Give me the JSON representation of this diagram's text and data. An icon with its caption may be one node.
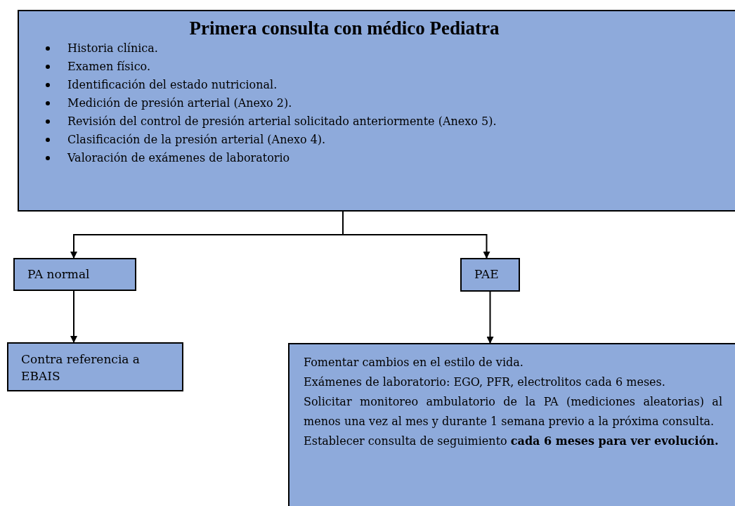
{
  "diagram": {
    "nodes": [
      {
        "text": [
          "Primera consulta con médico Pediatra",
          "Historia clínica.",
          "Examen físico.",
          "Identificación del estado nutricional.",
          "Medición de presión arterial (Anexo 2).",
          "Revisión del control de presión arterial solicitado anteriormente (Anexo 5).",
          "Clasificación de la presión arterial (Anexo 4).",
          "Valoración de exámenes de laboratorio"
        ]
      },
      {
        "text": [
          "PA normal"
        ]
      },
      {
        "text": [
          "PAE"
        ]
      },
      {
        "text": [
          "Contra referencia a EBAIS"
        ]
      },
      {
        "text": [
          "Fomentar cambios en el estilo de vida.",
          "Exámenes de laboratorio: EGO, PFR, electrolitos cada 6 meses.",
          "Solicitar monitoreo ambulatorio de la PA (mediciones aleatorias) al menos una vez al mes y durante 1 semana previo a la próxima consulta.",
          "Establecer consulta de seguimiento **cada 6 meses para ver evolución.**"
        ]
      }
    ],
    "edges": [
      {
        "from": 0,
        "to": 1,
        "arrow": "to"
      },
      {
        "from": 0,
        "to": 2,
        "arrow": "to"
      },
      {
        "from": 1,
        "to": 3,
        "arrow": "to"
      },
      {
        "from": 2,
        "to": 4,
        "arrow": "to"
      }
    ]
  }
}
